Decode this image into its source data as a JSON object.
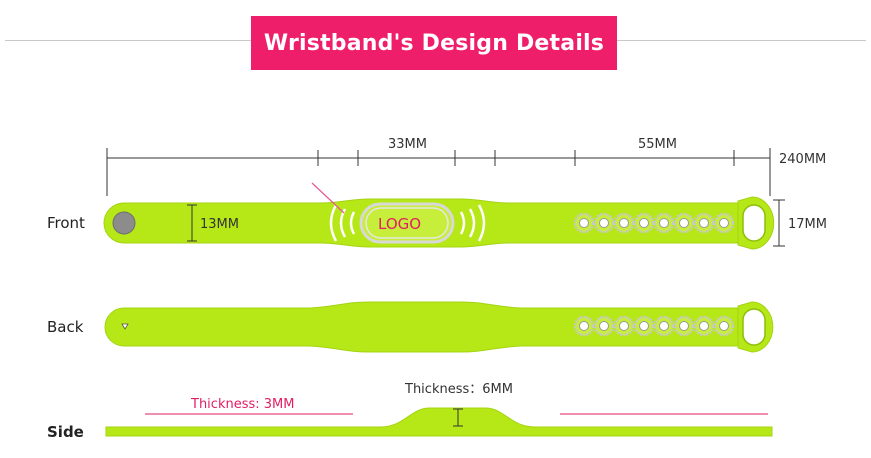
{
  "header": {
    "title": "Wristband's Design Details"
  },
  "views": {
    "front": "Front",
    "back": "Back",
    "side": "Side"
  },
  "dimensions": {
    "span_33": "33MM",
    "span_55": "55MM",
    "total_length": "240MM",
    "strap_width": "13MM",
    "head_width": "17MM"
  },
  "logo_text": "LOGO",
  "thickness": {
    "thin": "Thickness: 3MM",
    "thick": "Thickness：6MM"
  },
  "colors": {
    "title_bg": "#ef1e6b",
    "band": "#b6e716",
    "band_edge": "#9fcf10",
    "accent": "#e21d63"
  }
}
